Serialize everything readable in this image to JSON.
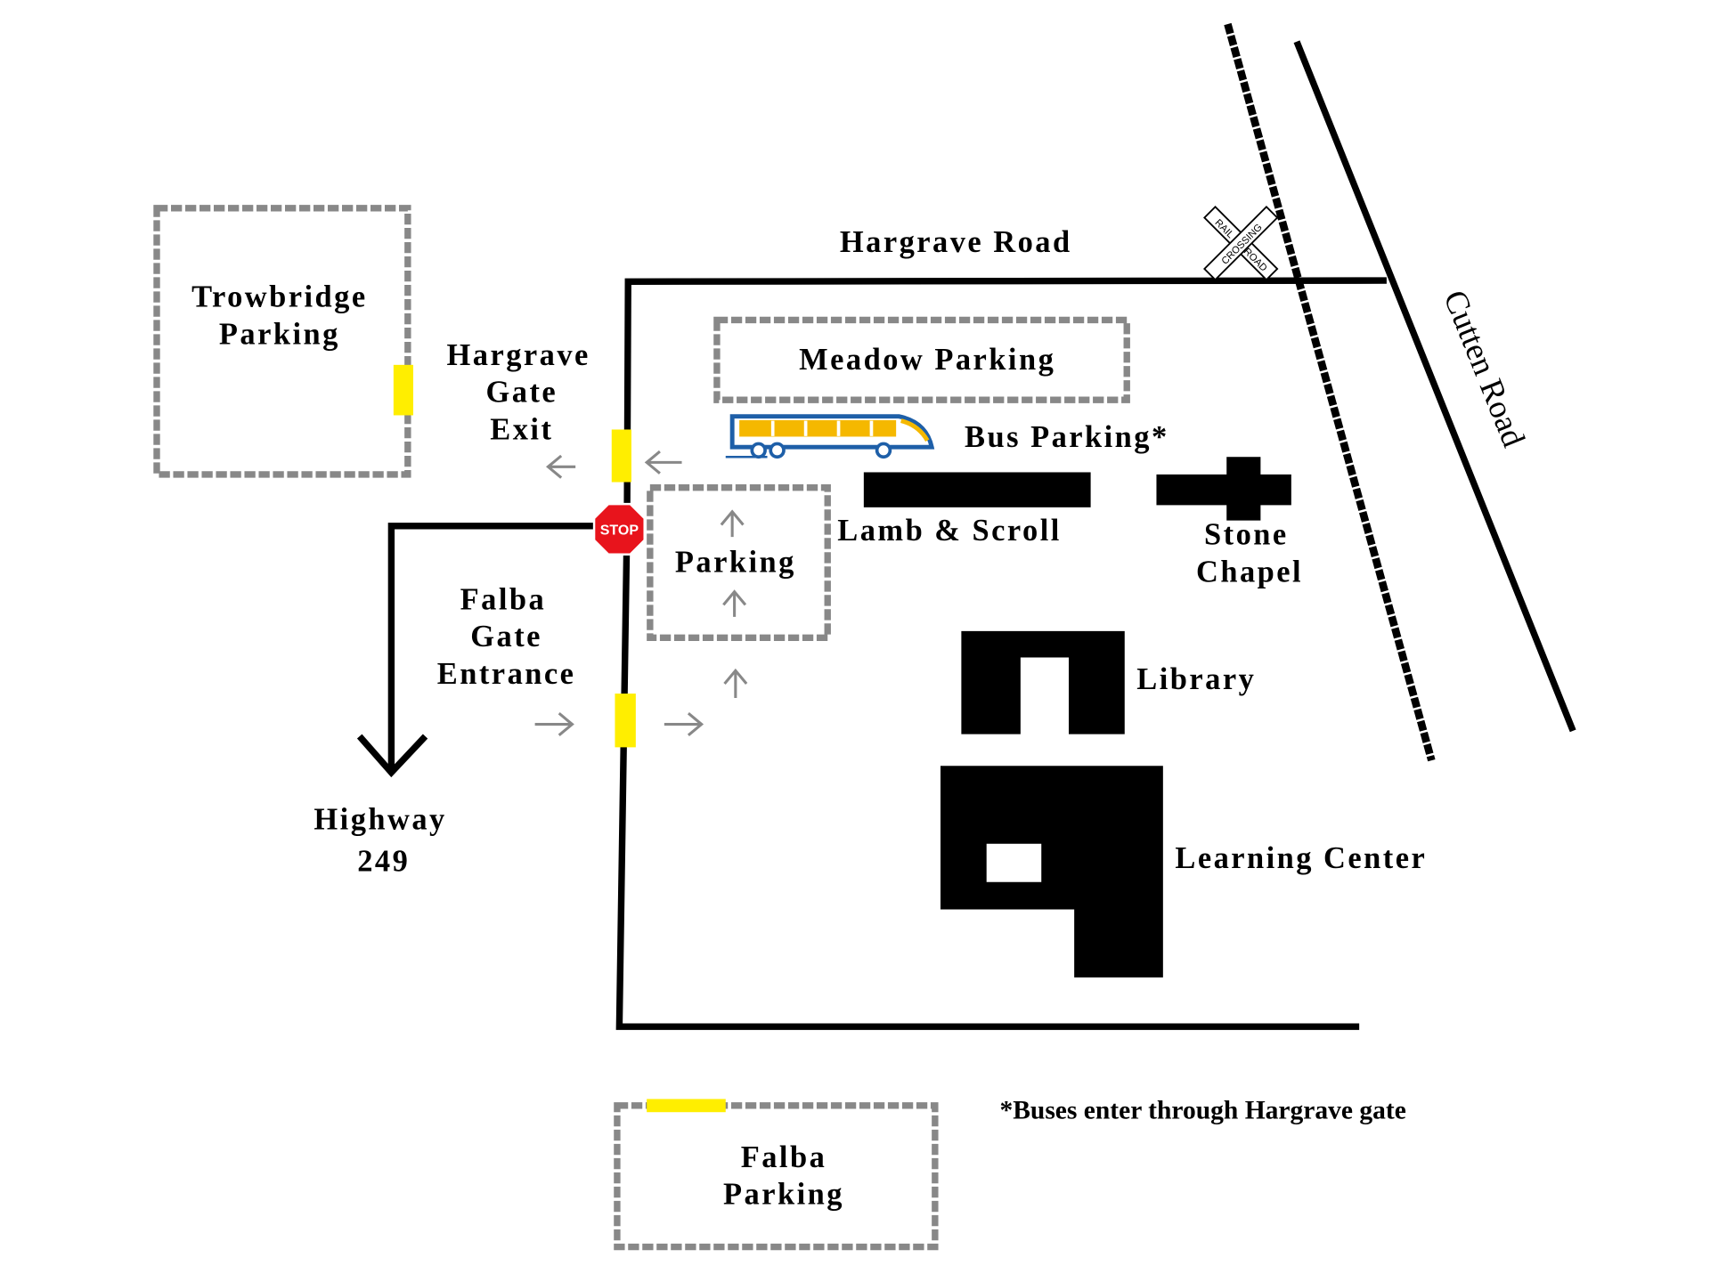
{
  "map": {
    "roads": {
      "hargrave_road": "Hargrave Road",
      "cutten_road": "Cutten Road",
      "highway": [
        "Highway",
        "249"
      ]
    },
    "gates": {
      "exit": [
        "Hargrave",
        "Gate",
        "Exit"
      ],
      "entrance": [
        "Falba",
        "Gate",
        "Entrance"
      ]
    },
    "parking": {
      "trowbridge": [
        "Trowbridge",
        "Parking"
      ],
      "meadow": "Meadow Parking",
      "inner": "Parking",
      "bus": "Bus Parking*",
      "falba": [
        "Falba",
        "Parking"
      ]
    },
    "buildings": {
      "lamb_scroll": "Lamb & Scroll",
      "chapel": [
        "Stone",
        "Chapel"
      ],
      "library": "Library",
      "learning_center": "Learning Center"
    },
    "signs": {
      "stop": "STOP",
      "railroad_crossing": [
        "RAIL",
        "ROAD",
        "CROSSING"
      ]
    },
    "footnote": "*Buses enter through Hargrave gate",
    "colors": {
      "gate": "#ffee00",
      "stop": "#e8141c",
      "bus_body": "#f5b800",
      "bus_outline": "#1e5fa8",
      "lot_border": "#888888"
    }
  }
}
